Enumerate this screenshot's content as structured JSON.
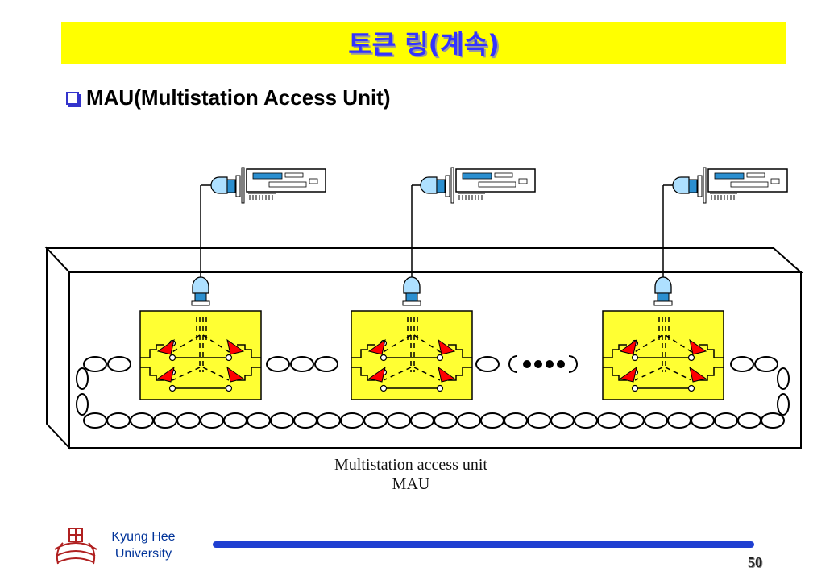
{
  "slide": {
    "title": "토큰 링(계속)",
    "subtitle": "MAU(Multistation Access Unit)",
    "page_number": "50"
  },
  "diagram": {
    "caption_line1": "Multistation access unit",
    "caption_line2": "MAU",
    "colors": {
      "module_fill": "#ffff33",
      "switch_arrow": "#ff0000",
      "connector": "#66ccff",
      "title_bar": "#ffff00",
      "title_text": "#3333ff"
    },
    "icons": [
      "computer-icon",
      "connector-plug-icon",
      "cable-coil-icon"
    ]
  },
  "footer": {
    "university_line1": "Kyung Hee",
    "university_line2": "University",
    "logo_icon": "university-emblem-icon"
  }
}
